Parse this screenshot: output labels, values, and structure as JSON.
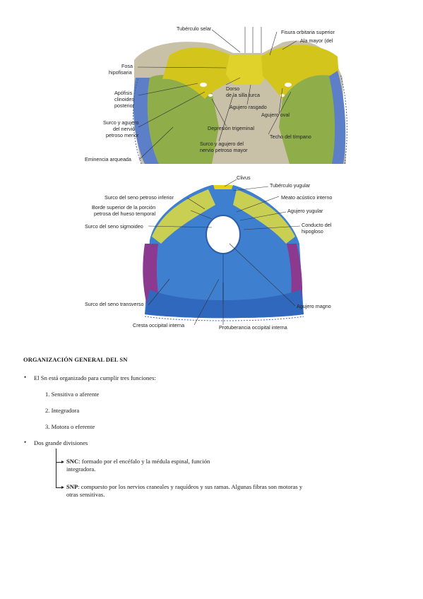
{
  "figure_top": {
    "labels": {
      "tuberculo_selar": "Tubérculo selar",
      "fisura_orbitaria": "Fisura orbitaria superior",
      "ala_mayor": "Ala mayor (del",
      "fosa": "Fosa",
      "hipofisaria": "hipofisaria",
      "apofisis": "Apófisis",
      "clinoides": "clinoides",
      "posterior": "posterior",
      "dorso1": "Dorso",
      "dorso2": "de la silla turca",
      "agujero_rasgado": "Agujero rasgado",
      "agujero_oval": "Agujero oval",
      "surco1": "Surco y agujero",
      "surco2": "del nervio",
      "surco3": "petroso menor",
      "depresion": "Depresión trigeminal",
      "techo": "Techo del tímpano",
      "surco_mayor1": "Surco y agujero del",
      "surco_mayor2": "nervio petroso mayor",
      "eminencia": "Eminencia arqueada"
    }
  },
  "figure_bottom": {
    "labels": {
      "clivus": "Clivus",
      "tuberculo_yugular": "Tubérculo yugular",
      "meato": "Meato acústico interno",
      "surco_petroso_inf": "Surco del seno petroso inferior",
      "borde1": "Borde superior de la porción",
      "borde2": "petrosa del hueso temporal",
      "agujero_yugular": "Agujero yugular",
      "surco_sigmoideo": "Surco del seno sigmoideo",
      "conducto1": "Conducto del",
      "conducto2": "hipogloso",
      "surco_transverso": "Surco del seno transverso",
      "agujero_magno": "Agujero magno",
      "cresta": "Cresta occipital interna",
      "protuberancia": "Protuberancia occipital interna"
    }
  },
  "document": {
    "heading": "ORGANIZACIÓN GENERAL DEL SN",
    "bullet1": "El Sn está organizado para cumplir tres funciones:",
    "functions": [
      "1. Sensitiva o aferente",
      "2. Integradora",
      "3. Motora o eferente"
    ],
    "bullet2": "Dos grande divisiones",
    "snc_term": "SNC",
    "snc_line1": ": formado por el encéfalo y la médula espinal, función",
    "snc_line2": "integradora.",
    "snp_term": "SNP",
    "snp_line1": ": compuesto por los nervios craneales y raquídeos y sus ramas. Algunas fibras son motoras y",
    "snp_line2": "otras sensitivas."
  },
  "colors": {
    "sphenoid_yellow": "#d4c51c",
    "temporal_green": "#8fae4a",
    "parietal_blue": "#5c7fc8",
    "occipital_blue": "#3f7fd0",
    "petrous_yellowgreen": "#c8cf52",
    "purple": "#8b3a8f"
  }
}
